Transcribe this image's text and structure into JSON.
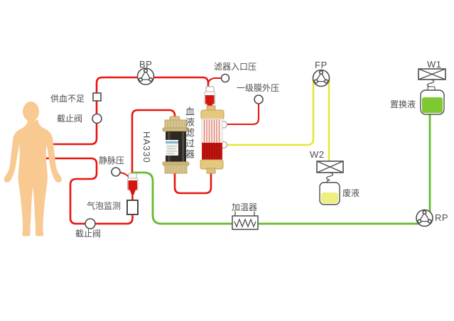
{
  "diagram": {
    "title_implied": "HA330 hemoperfusion + hemofiltration circuit",
    "patient_circuit": {
      "insufficient_blood_label": "供血不足",
      "stop_valve_top_label": "截止阀",
      "blood_pump_label": "BP",
      "filter_inlet_pressure_label": "滤器入口压",
      "first_stage_membrane_pressure_label": "一级膜外压",
      "venous_pressure_label": "静脉压",
      "bubble_monitor_label": "气泡监测",
      "stop_valve_bottom_label": "截止阀"
    },
    "devices": {
      "ha330_cartridge_label": "HA330",
      "hemofilter_label": "血液滤过器",
      "heater_label": "加温器"
    },
    "filtrate_circuit": {
      "filtrate_pump_label": "FP",
      "w2_valve_label": "W2",
      "waste_fluid_label": "废液"
    },
    "replacement_circuit": {
      "w1_valve_label": "W1",
      "replacement_fluid_label": "置换液",
      "replacement_pump_label": "RP"
    },
    "colors": {
      "blood_line": "#e9150c",
      "filtrate_line": "#e7e53c",
      "replacement_line": "#66bb2e",
      "replacement_fluid_fill": "#7ec832",
      "waste_fluid_fill": "#edf07d",
      "person_fill": "#f9c992",
      "cap_gold": "#ddc183",
      "outline": "#4d4d4d"
    }
  }
}
